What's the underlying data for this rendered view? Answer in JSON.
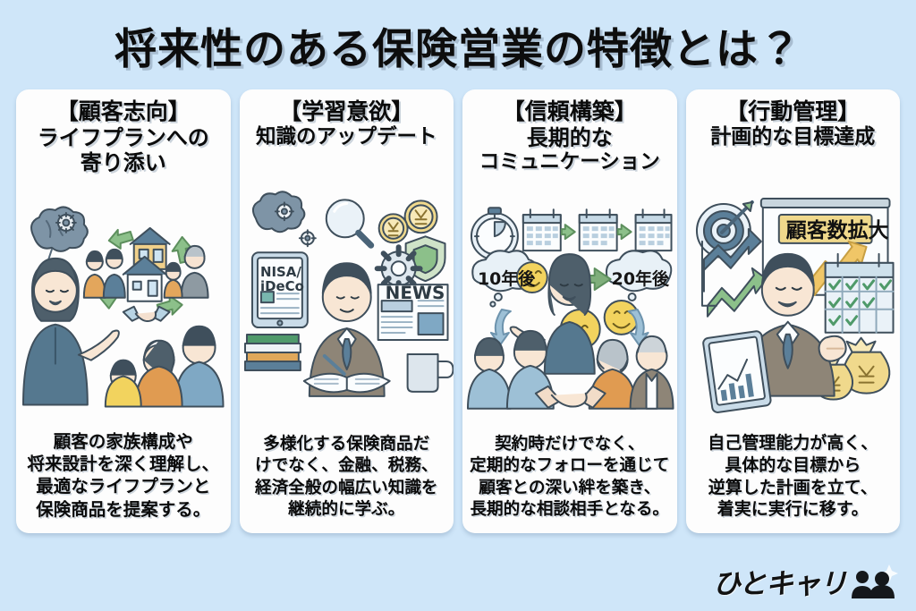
{
  "page": {
    "title": "将来性のある保険営業の特徴とは？",
    "background_color": "#cfe6f9",
    "card_color": "#fdfdfd"
  },
  "cards": [
    {
      "id": "customer-orientation",
      "heading_lines": [
        "【顧客志向】",
        "ライフプランへの",
        "寄り添い"
      ],
      "body_lines": [
        "顧客の家族構成や",
        "将来設計を深く理解し、",
        "最適なライフプランと",
        "保険商品を提案する。"
      ],
      "illustration": {
        "name": "advisor-lifeplan-cycle",
        "elements": [
          "brain-gear-icon",
          "house-icon",
          "green-arrow-cycle",
          "handshake-icon",
          "female-advisor",
          "family-group",
          "couple-group",
          "elderly-group"
        ]
      }
    },
    {
      "id": "learning-motivation",
      "heading_lines": [
        "【学習意欲】",
        "知識のアップデート"
      ],
      "body_lines": [
        "多様化する保険商品だ",
        "けでなく、金融、税務、",
        "経済全般の幅広い知識を",
        "継続的に学ぶ。"
      ],
      "illustration": {
        "name": "studying-businessman",
        "elements": [
          "brain-gear-icon",
          "magnifier-icon",
          "yen-coin-icon",
          "shield-icon",
          "gear-icon",
          "tablet-icon",
          "newspaper-icon",
          "book-stack-icon",
          "open-book-icon",
          "coffee-mug-icon",
          "male-student"
        ],
        "labels": {
          "tablet": [
            "NISA/",
            "iDeCo"
          ],
          "newspaper": "NEWS"
        }
      }
    },
    {
      "id": "trust-building",
      "heading_lines": [
        "【信頼構築】",
        "長期的な",
        "コミュニケーション"
      ],
      "body_lines": [
        "契約時だけでなく、",
        "定期的なフォローを通じて",
        "顧客との深い絆を築き、",
        "長期的な相談相手となる。"
      ],
      "illustration": {
        "name": "long-term-relationship",
        "elements": [
          "stopwatch-icon",
          "calendar-icon",
          "green-arrow-icon",
          "thought-bubble",
          "smiley-icon",
          "female-advisor",
          "handshake-icon",
          "customer-group"
        ],
        "labels": {
          "bubble_left": "10年後",
          "bubble_right": "20年後"
        }
      }
    },
    {
      "id": "action-management",
      "heading_lines": [
        "【行動管理】",
        "計画的な目標達成"
      ],
      "body_lines": [
        "自己管理能力が高く、",
        "具体的な目標から",
        "逆算した計画を立て、",
        "着実に実行に移す。"
      ],
      "illustration": {
        "name": "goal-achievement-businessman",
        "elements": [
          "target-dartboard-icon",
          "trend-arrow-icon",
          "presentation-board",
          "tablet-chart-icon",
          "checklist-calendar-icon",
          "money-bag-icon",
          "male-businessman"
        ],
        "labels": {
          "banner": "顧客数拡大",
          "banner_color": "#f0d98c"
        }
      }
    }
  ],
  "logo": {
    "text": "ひとキャリ",
    "marks": [
      "person-silhouette",
      "person-silhouette",
      "sparkle-icon"
    ]
  }
}
